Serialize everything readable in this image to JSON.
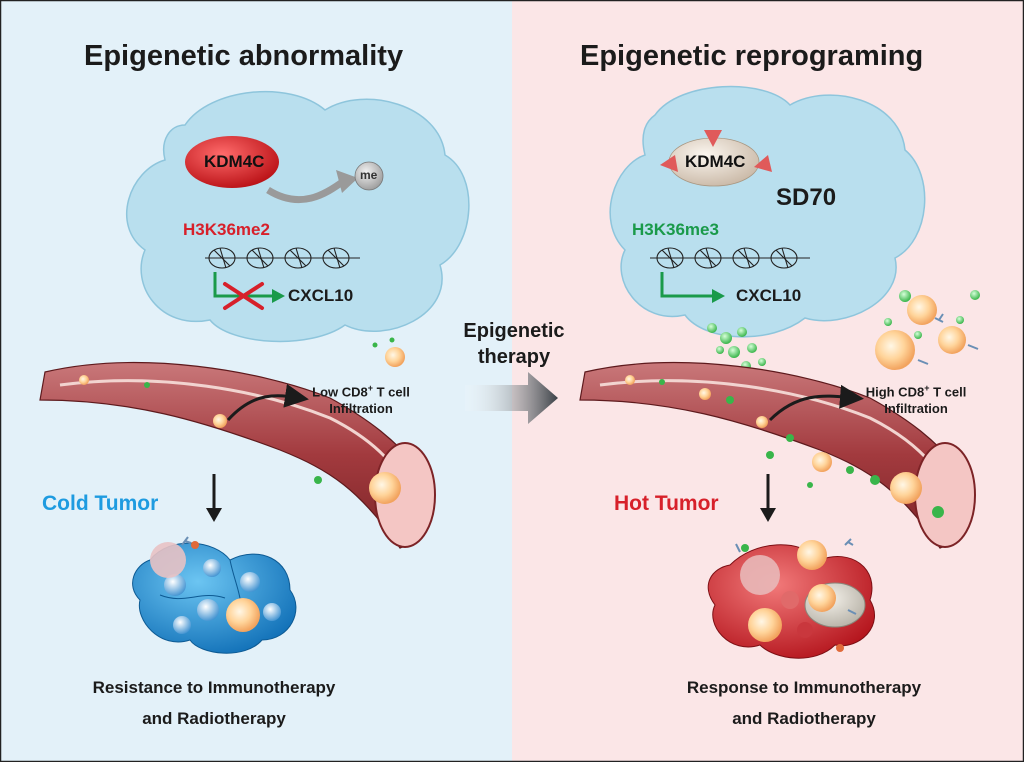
{
  "left_panel": {
    "title": "Epigenetic abnormality",
    "enzyme_label": "KDM4C",
    "methyl_label": "me",
    "mark_label": "H3K36me2",
    "gene_label": "CXCL10",
    "infiltration_line1_pre": "Low CD8",
    "infiltration_sup": "+",
    "infiltration_line1_post": " T cell",
    "infiltration_line2": "Infiltration",
    "tumor_label": "Cold Tumor",
    "outcome_line1": "Resistance to Immunotherapy",
    "outcome_line2": "and Radiotherapy"
  },
  "center": {
    "therapy_line1": "Epigenetic",
    "therapy_line2": "therapy"
  },
  "right_panel": {
    "title": "Epigenetic reprograming",
    "enzyme_label": "KDM4C",
    "drug_label": "SD70",
    "mark_label": "H3K36me3",
    "gene_label": "CXCL10",
    "infiltration_line1_pre": "High CD8",
    "infiltration_sup": "+",
    "infiltration_line1_post": " T cell",
    "infiltration_line2": "Infiltration",
    "tumor_label": "Hot Tumor",
    "outcome_line1": "Response to Immunotherapy",
    "outcome_line2": "and Radiotherapy"
  },
  "colors": {
    "left_bg": "#e3f1f9",
    "right_bg": "#fbe6e7",
    "nucleus": "#b9dfee",
    "cold_tumor": "#1e9be0",
    "hot_tumor": "#d7202a",
    "mark_repressed": "#d7202a",
    "mark_active": "#1a9a4a",
    "kdm4c_active": "#d42a2a",
    "kdm4c_inhibited": "#ddd0c4"
  }
}
